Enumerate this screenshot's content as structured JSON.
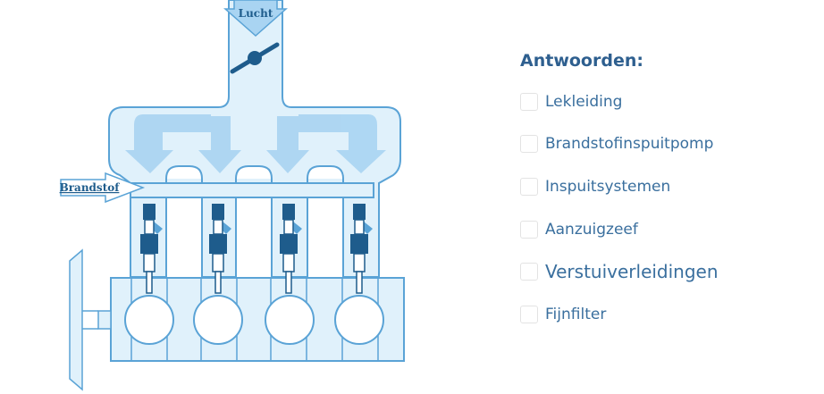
{
  "diagram": {
    "labels": {
      "air": "Lucht",
      "fuel": "Brandstof"
    },
    "colors": {
      "line": "#5aa3d6",
      "fill": "#e0f1fb",
      "arrow": "#a9d4f2",
      "injector": "#1e5c8c"
    }
  },
  "answers": {
    "title": "Antwoorden:",
    "items": [
      {
        "label": "Lekleiding",
        "checked": false
      },
      {
        "label": "Brandstofinspuitpomp",
        "checked": false
      },
      {
        "label": "Inspuitsystemen",
        "checked": false
      },
      {
        "label": "Aanzuigzeef",
        "checked": false
      },
      {
        "label": "Verstuiverleidingen",
        "checked": false
      },
      {
        "label": "Fijnfilter",
        "checked": false
      }
    ]
  }
}
